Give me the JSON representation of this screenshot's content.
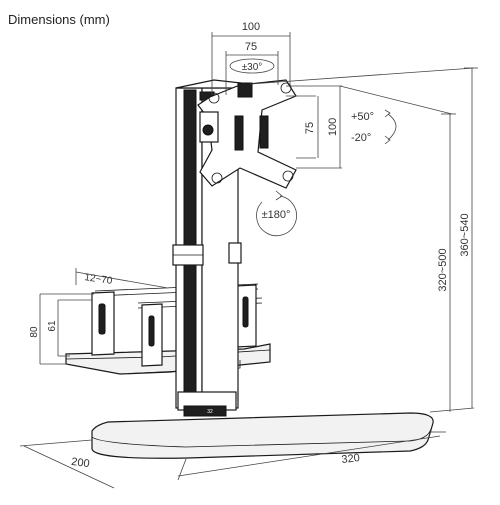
{
  "title": "Dimensions (mm)",
  "vesa": {
    "outer": "100",
    "inner": "75",
    "swivel": "±30°",
    "side_inner": "75",
    "side_outer": "100"
  },
  "tilt": {
    "up": "+50°",
    "down": "-20°"
  },
  "rotation": "±180°",
  "height": {
    "range_pole": "320~500",
    "range_total": "360~540"
  },
  "cpu_holder": {
    "width_range": "12~70",
    "outer_height": "80",
    "inner_height": "61"
  },
  "base": {
    "depth": "200",
    "width": "320"
  },
  "colors": {
    "line": "#1a1a1a",
    "dimension": "#444444",
    "background": "#ffffff"
  }
}
